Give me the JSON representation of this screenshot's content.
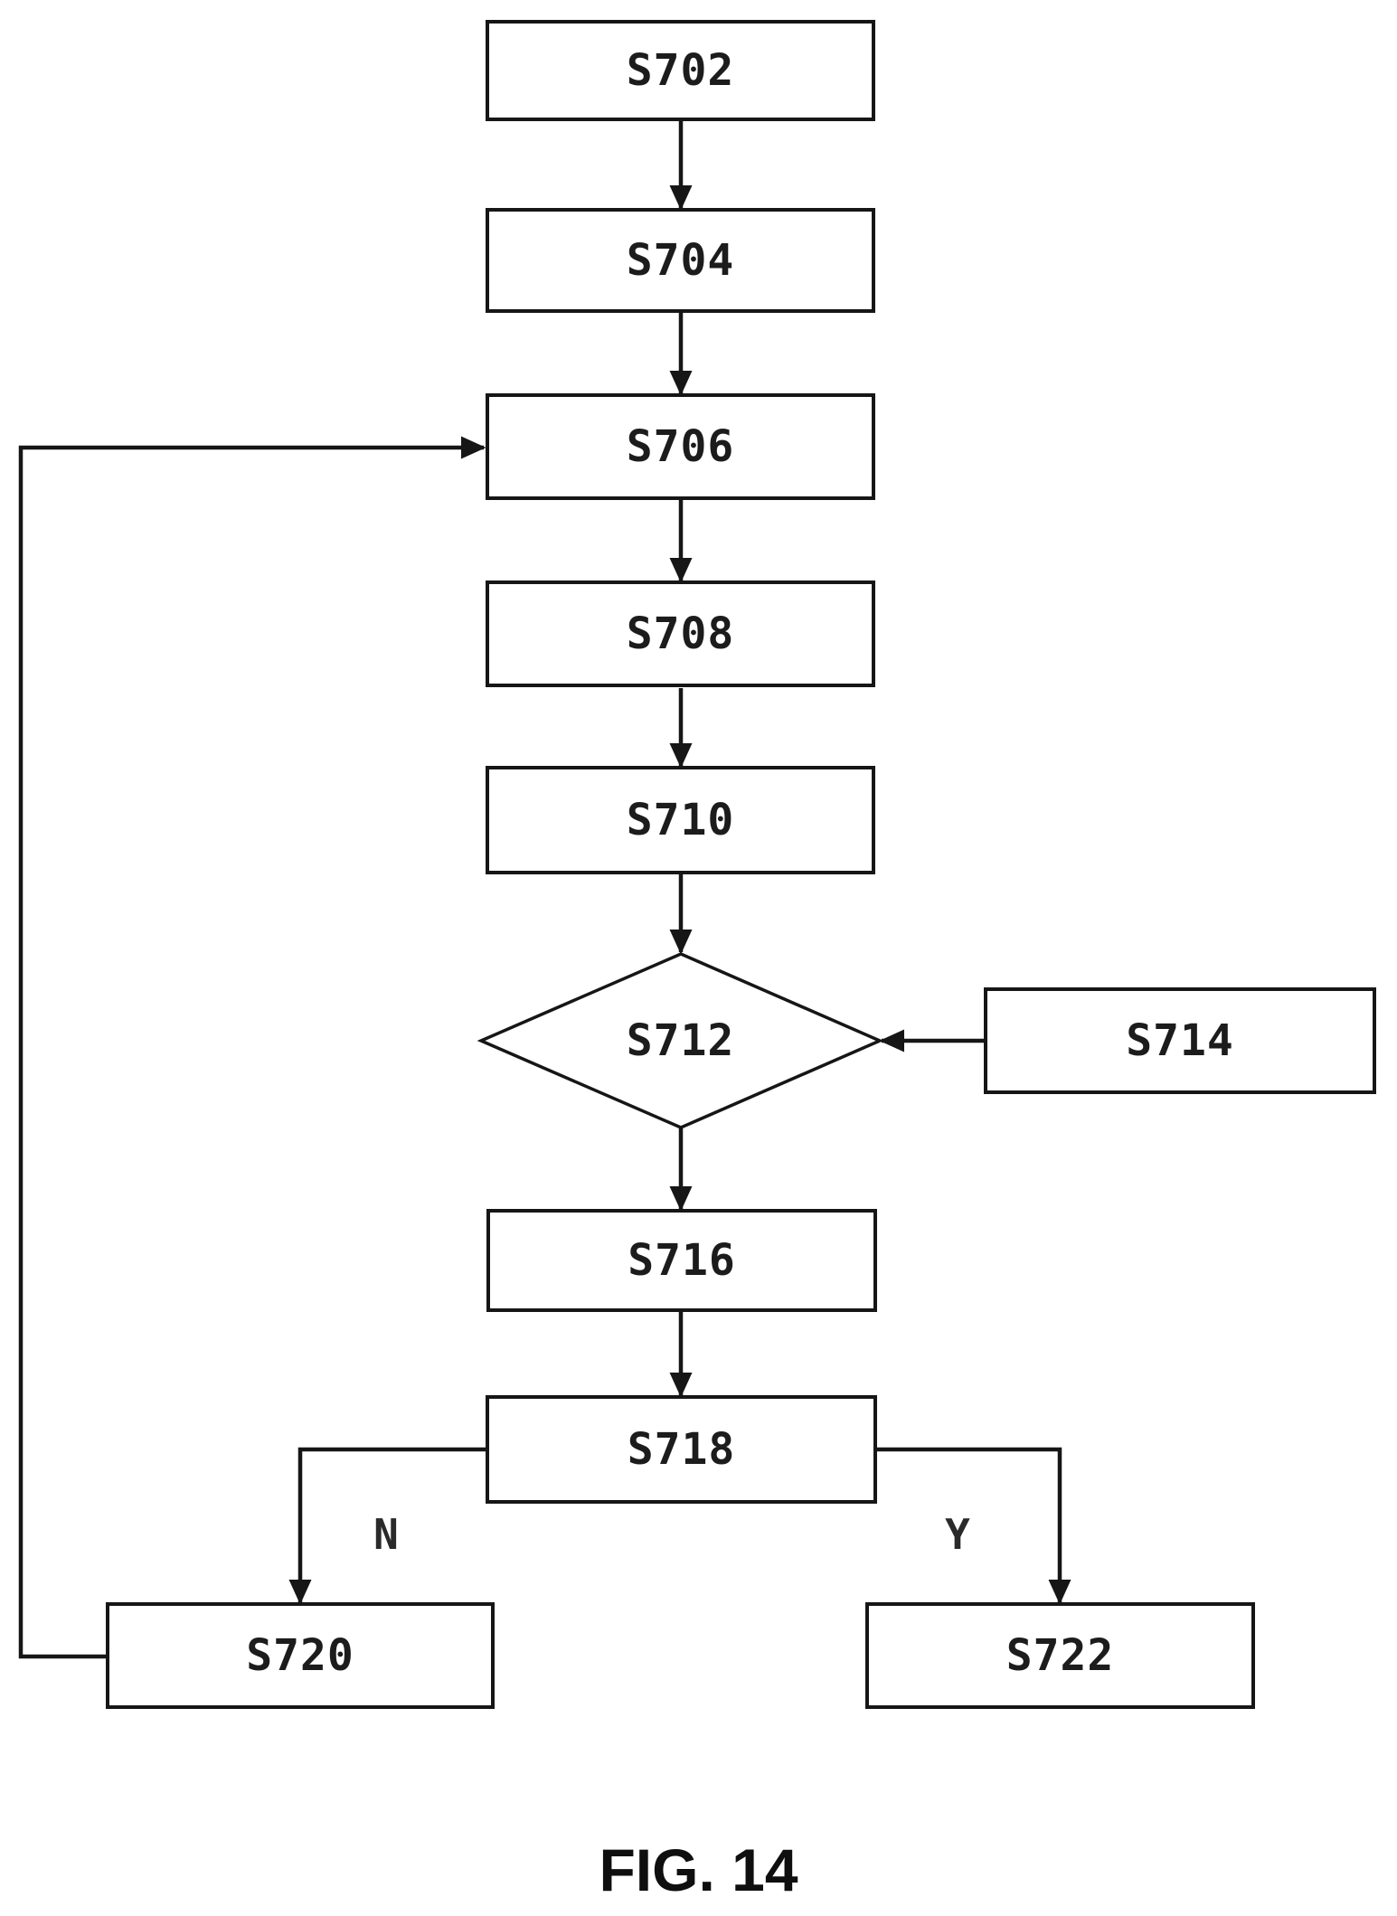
{
  "figure": {
    "type": "flowchart",
    "caption": "FIG. 14",
    "colors": {
      "line": "#161616",
      "background": "#ffffff",
      "text": "#1c1c1c"
    },
    "nodes": {
      "s702": {
        "label": "S702",
        "shape": "rect"
      },
      "s704": {
        "label": "S704",
        "shape": "rect"
      },
      "s706": {
        "label": "S706",
        "shape": "rect"
      },
      "s708": {
        "label": "S708",
        "shape": "rect"
      },
      "s710": {
        "label": "S710",
        "shape": "rect"
      },
      "s712": {
        "label": "S712",
        "shape": "diamond"
      },
      "s714": {
        "label": "S714",
        "shape": "rect"
      },
      "s716": {
        "label": "S716",
        "shape": "rect"
      },
      "s718": {
        "label": "S718",
        "shape": "rect"
      },
      "s720": {
        "label": "S720",
        "shape": "rect"
      },
      "s722": {
        "label": "S722",
        "shape": "rect"
      }
    },
    "edges": [
      {
        "from": "S702",
        "to": "S704"
      },
      {
        "from": "S704",
        "to": "S706"
      },
      {
        "from": "S706",
        "to": "S708"
      },
      {
        "from": "S708",
        "to": "S710"
      },
      {
        "from": "S710",
        "to": "S712"
      },
      {
        "from": "S714",
        "to": "S712"
      },
      {
        "from": "S712",
        "to": "S716"
      },
      {
        "from": "S716",
        "to": "S718"
      },
      {
        "from": "S718",
        "to": "S720",
        "label": "N"
      },
      {
        "from": "S718",
        "to": "S722",
        "label": "Y"
      },
      {
        "from": "S720",
        "to": "S706",
        "label": ""
      }
    ]
  }
}
